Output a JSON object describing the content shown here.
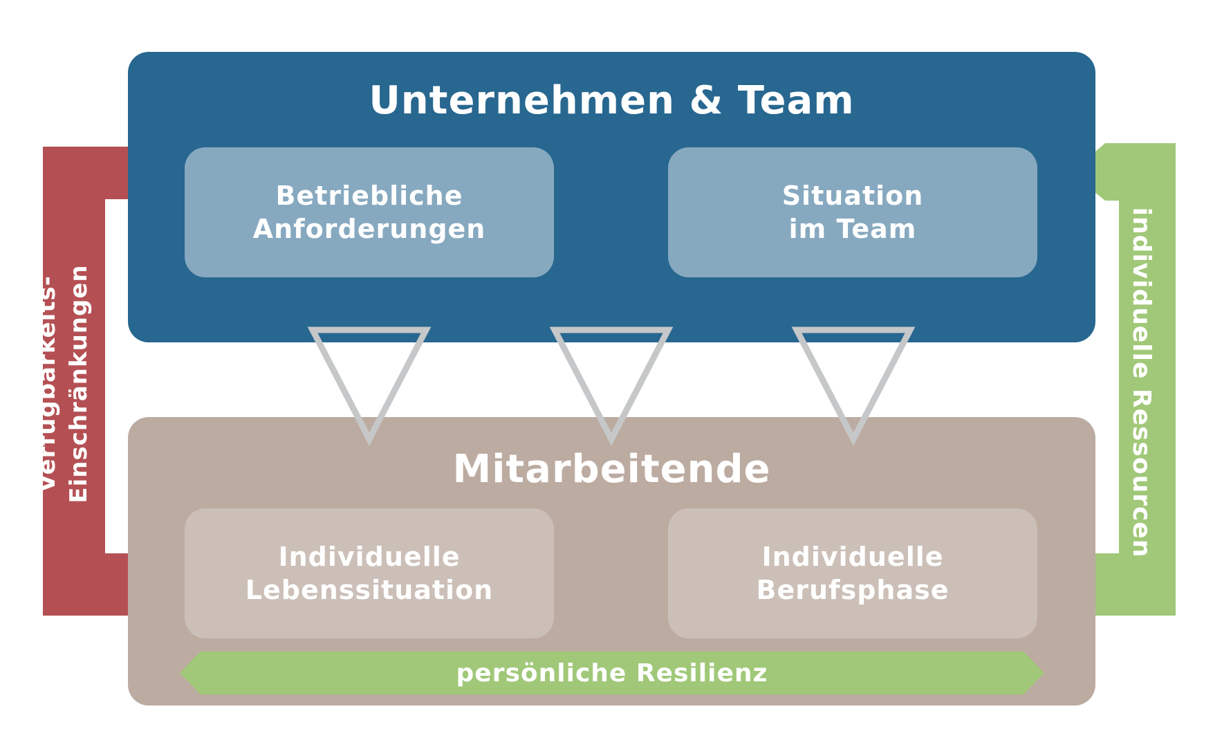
{
  "company": {
    "title": "Unternehmen & Team",
    "boxes": [
      {
        "lines": [
          "Betriebliche",
          "Anforderungen"
        ]
      },
      {
        "lines": [
          "Situation",
          "im Team"
        ]
      }
    ]
  },
  "employees": {
    "title": "Mitarbeitende",
    "boxes": [
      {
        "lines": [
          "Individuelle",
          "Lebenssituation"
        ]
      },
      {
        "lines": [
          "Individuelle",
          "Berufsphase"
        ]
      }
    ]
  },
  "resilience": {
    "label": "persönliche Resilienz"
  },
  "left_arrow": {
    "lines": [
      "Verfügbarkeits-",
      "Einschränkungen"
    ]
  },
  "right_arrow": {
    "label": "individuelle Ressourcen"
  },
  "colors": {
    "company_bg": "#276790",
    "company_box": "#87a9c0",
    "employees_bg": "#bcaba1",
    "employees_box": "#cbbfb8",
    "left_arrow": "#b45054",
    "right_arrow": "#a0c878",
    "funnel": "#c5c7c8"
  }
}
